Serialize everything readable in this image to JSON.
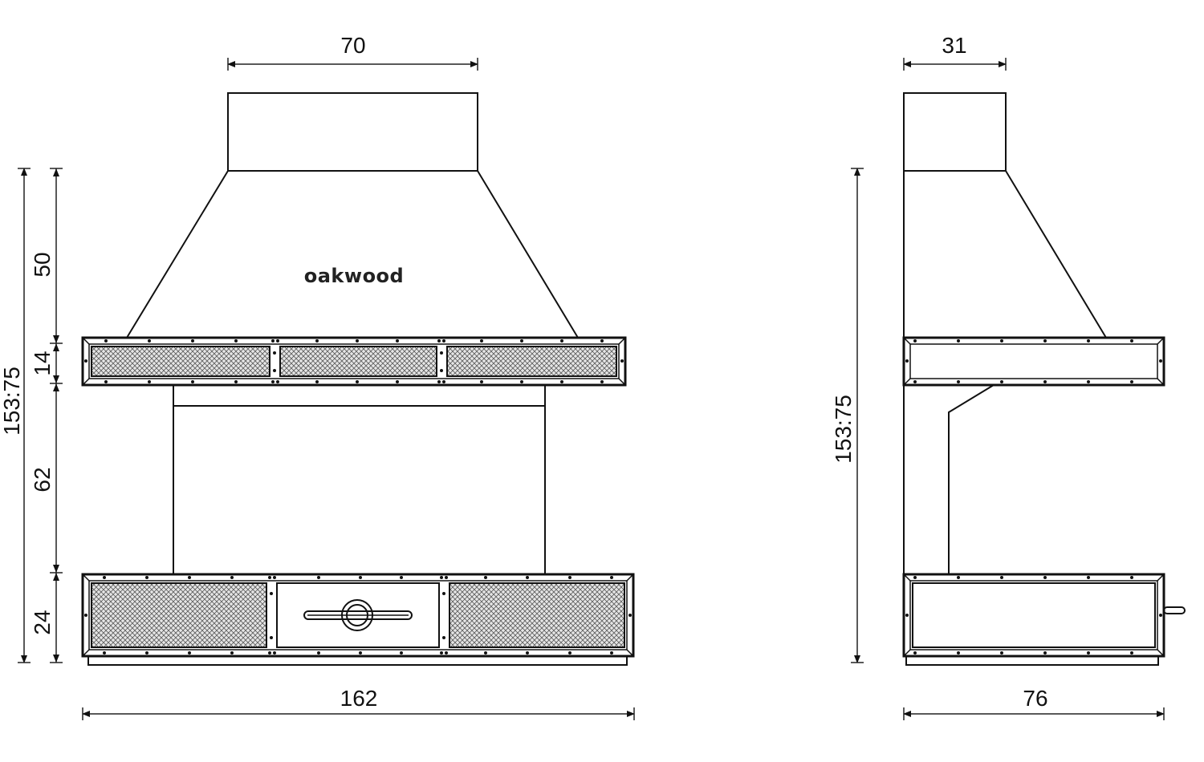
{
  "brand": "oakwood",
  "colors": {
    "line": "#111111",
    "background": "#ffffff",
    "mesh": "#7a7a7a"
  },
  "front_view": {
    "dimensions": {
      "top_width": "70",
      "total_height": "153:75",
      "hood_height": "50",
      "upper_band_height": "14",
      "opening_height": "62",
      "base_height": "24",
      "total_width": "162"
    }
  },
  "side_view": {
    "dimensions": {
      "top_depth": "31",
      "total_height": "153:75",
      "total_depth": "76"
    }
  }
}
